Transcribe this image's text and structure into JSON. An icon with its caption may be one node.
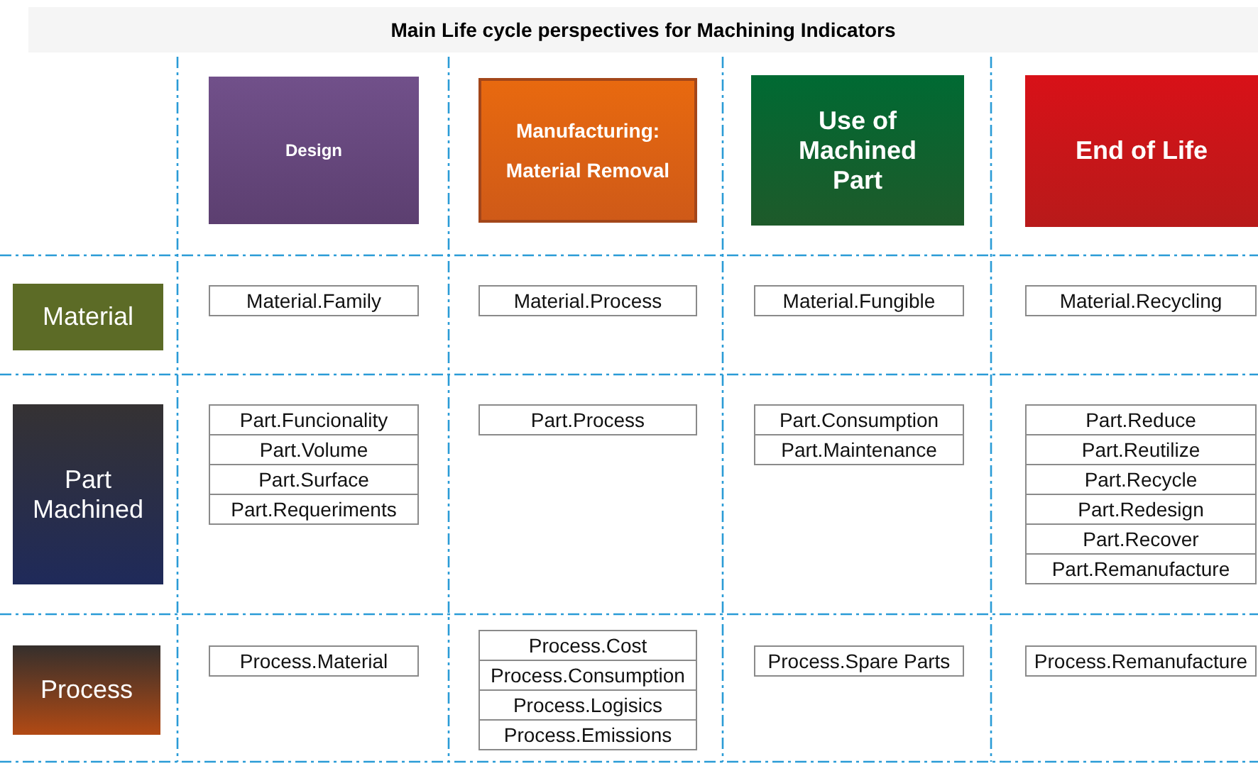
{
  "diagram": {
    "title": "Main Life cycle perspectives for Machining Indicators",
    "nodes": [
      {
        "text": [
          "Design"
        ]
      },
      {
        "text": [
          "Manufacturing:",
          "Material Removal"
        ]
      },
      {
        "text": [
          "Use of Machined Part"
        ]
      },
      {
        "text": [
          "End of Life"
        ]
      },
      {
        "text": [
          "Material"
        ]
      },
      {
        "text": [
          "Material.Family"
        ]
      },
      {
        "text": [
          "Material.Process"
        ]
      },
      {
        "text": [
          "Material.Fungible"
        ]
      },
      {
        "text": [
          "Material.Recycling"
        ]
      },
      {
        "text": [
          "Part Machined"
        ]
      },
      {
        "text": [
          "Part.Funcionality"
        ]
      },
      {
        "text": [
          "Part.Volume"
        ]
      },
      {
        "text": [
          "Part.Surface"
        ]
      },
      {
        "text": [
          "Part.Requeriments"
        ]
      },
      {
        "text": [
          "Part.Process"
        ]
      },
      {
        "text": [
          "Part.Consumption"
        ]
      },
      {
        "text": [
          "Part.Maintenance"
        ]
      },
      {
        "text": [
          "Part.Reduce"
        ]
      },
      {
        "text": [
          "Part.Reutilize"
        ]
      },
      {
        "text": [
          "Part.Recycle"
        ]
      },
      {
        "text": [
          "Part.Redesign"
        ]
      },
      {
        "text": [
          "Part.Recover"
        ]
      },
      {
        "text": [
          "Part.Remanufacture"
        ]
      },
      {
        "text": [
          "Process"
        ]
      },
      {
        "text": [
          "Process.Material"
        ]
      },
      {
        "text": [
          "Process.Cost"
        ]
      },
      {
        "text": [
          "Process.Consumption"
        ]
      },
      {
        "text": [
          "Process.Logisics"
        ]
      },
      {
        "text": [
          "Process.Emissions"
        ]
      },
      {
        "text": [
          "Process.Spare Parts"
        ]
      },
      {
        "text": [
          "Process.Remanufacture"
        ]
      }
    ]
  }
}
